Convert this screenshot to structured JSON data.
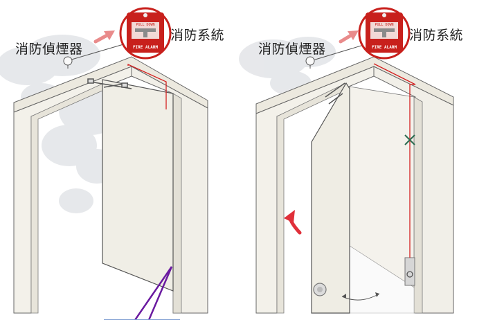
{
  "panels": [
    {
      "id": "left",
      "detector_label": "消防偵煙器",
      "system_label": "消防系統",
      "alarm": {
        "top_text": "PULL DOWN",
        "bottom_text": "FIRE ALARM"
      },
      "door_state": "held-open"
    },
    {
      "id": "right",
      "detector_label": "消防偵煙器",
      "system_label": "消防系統",
      "alarm": {
        "top_text": "PULL DOWN",
        "bottom_text": "FIRE ALARM"
      },
      "door_state": "released-closing"
    }
  ],
  "colors": {
    "alarm_red": "#c8201c",
    "arrow_pink": "#e98b8b",
    "wire_red": "#d42020",
    "cut_mark": "#2a6b4f",
    "leader_purple": "#6a1aa0",
    "wall": "#f3f1ea"
  }
}
